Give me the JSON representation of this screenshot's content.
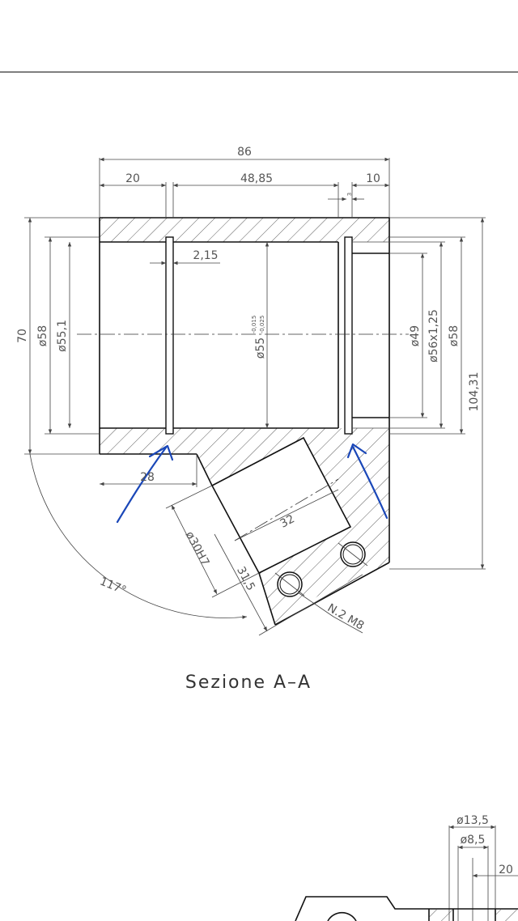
{
  "section_title": "Sezione A–A",
  "dimensions": {
    "overall_width": "86",
    "left_width": "20",
    "middle_width": "48,85",
    "right_width": "10",
    "small_gap": "3",
    "groove_width": "2,15",
    "overall_height": "70",
    "dia_58_left": "ø58",
    "dia_55_1": "ø55,1",
    "dia_55_main": "ø55",
    "tol_upper": "-0,015",
    "tol_lower": "-0,025",
    "dia_49": "ø49",
    "thread_56": "ø56x1,25",
    "dia_58_right": "ø58",
    "total_height": "104,31",
    "offset_28": "28",
    "bore_length": "32",
    "bore_dia": "ø30H7",
    "bore_offset": "31,5",
    "holes_note": "N.2 M8",
    "angle": "117°"
  },
  "second_view": {
    "dia_13_5": "ø13,5",
    "dia_8_5": "ø8,5",
    "dim_20": "20"
  },
  "colors": {
    "ink": "#111111",
    "dim_text": "#555555",
    "pen_annotation": "#1a47b8"
  }
}
